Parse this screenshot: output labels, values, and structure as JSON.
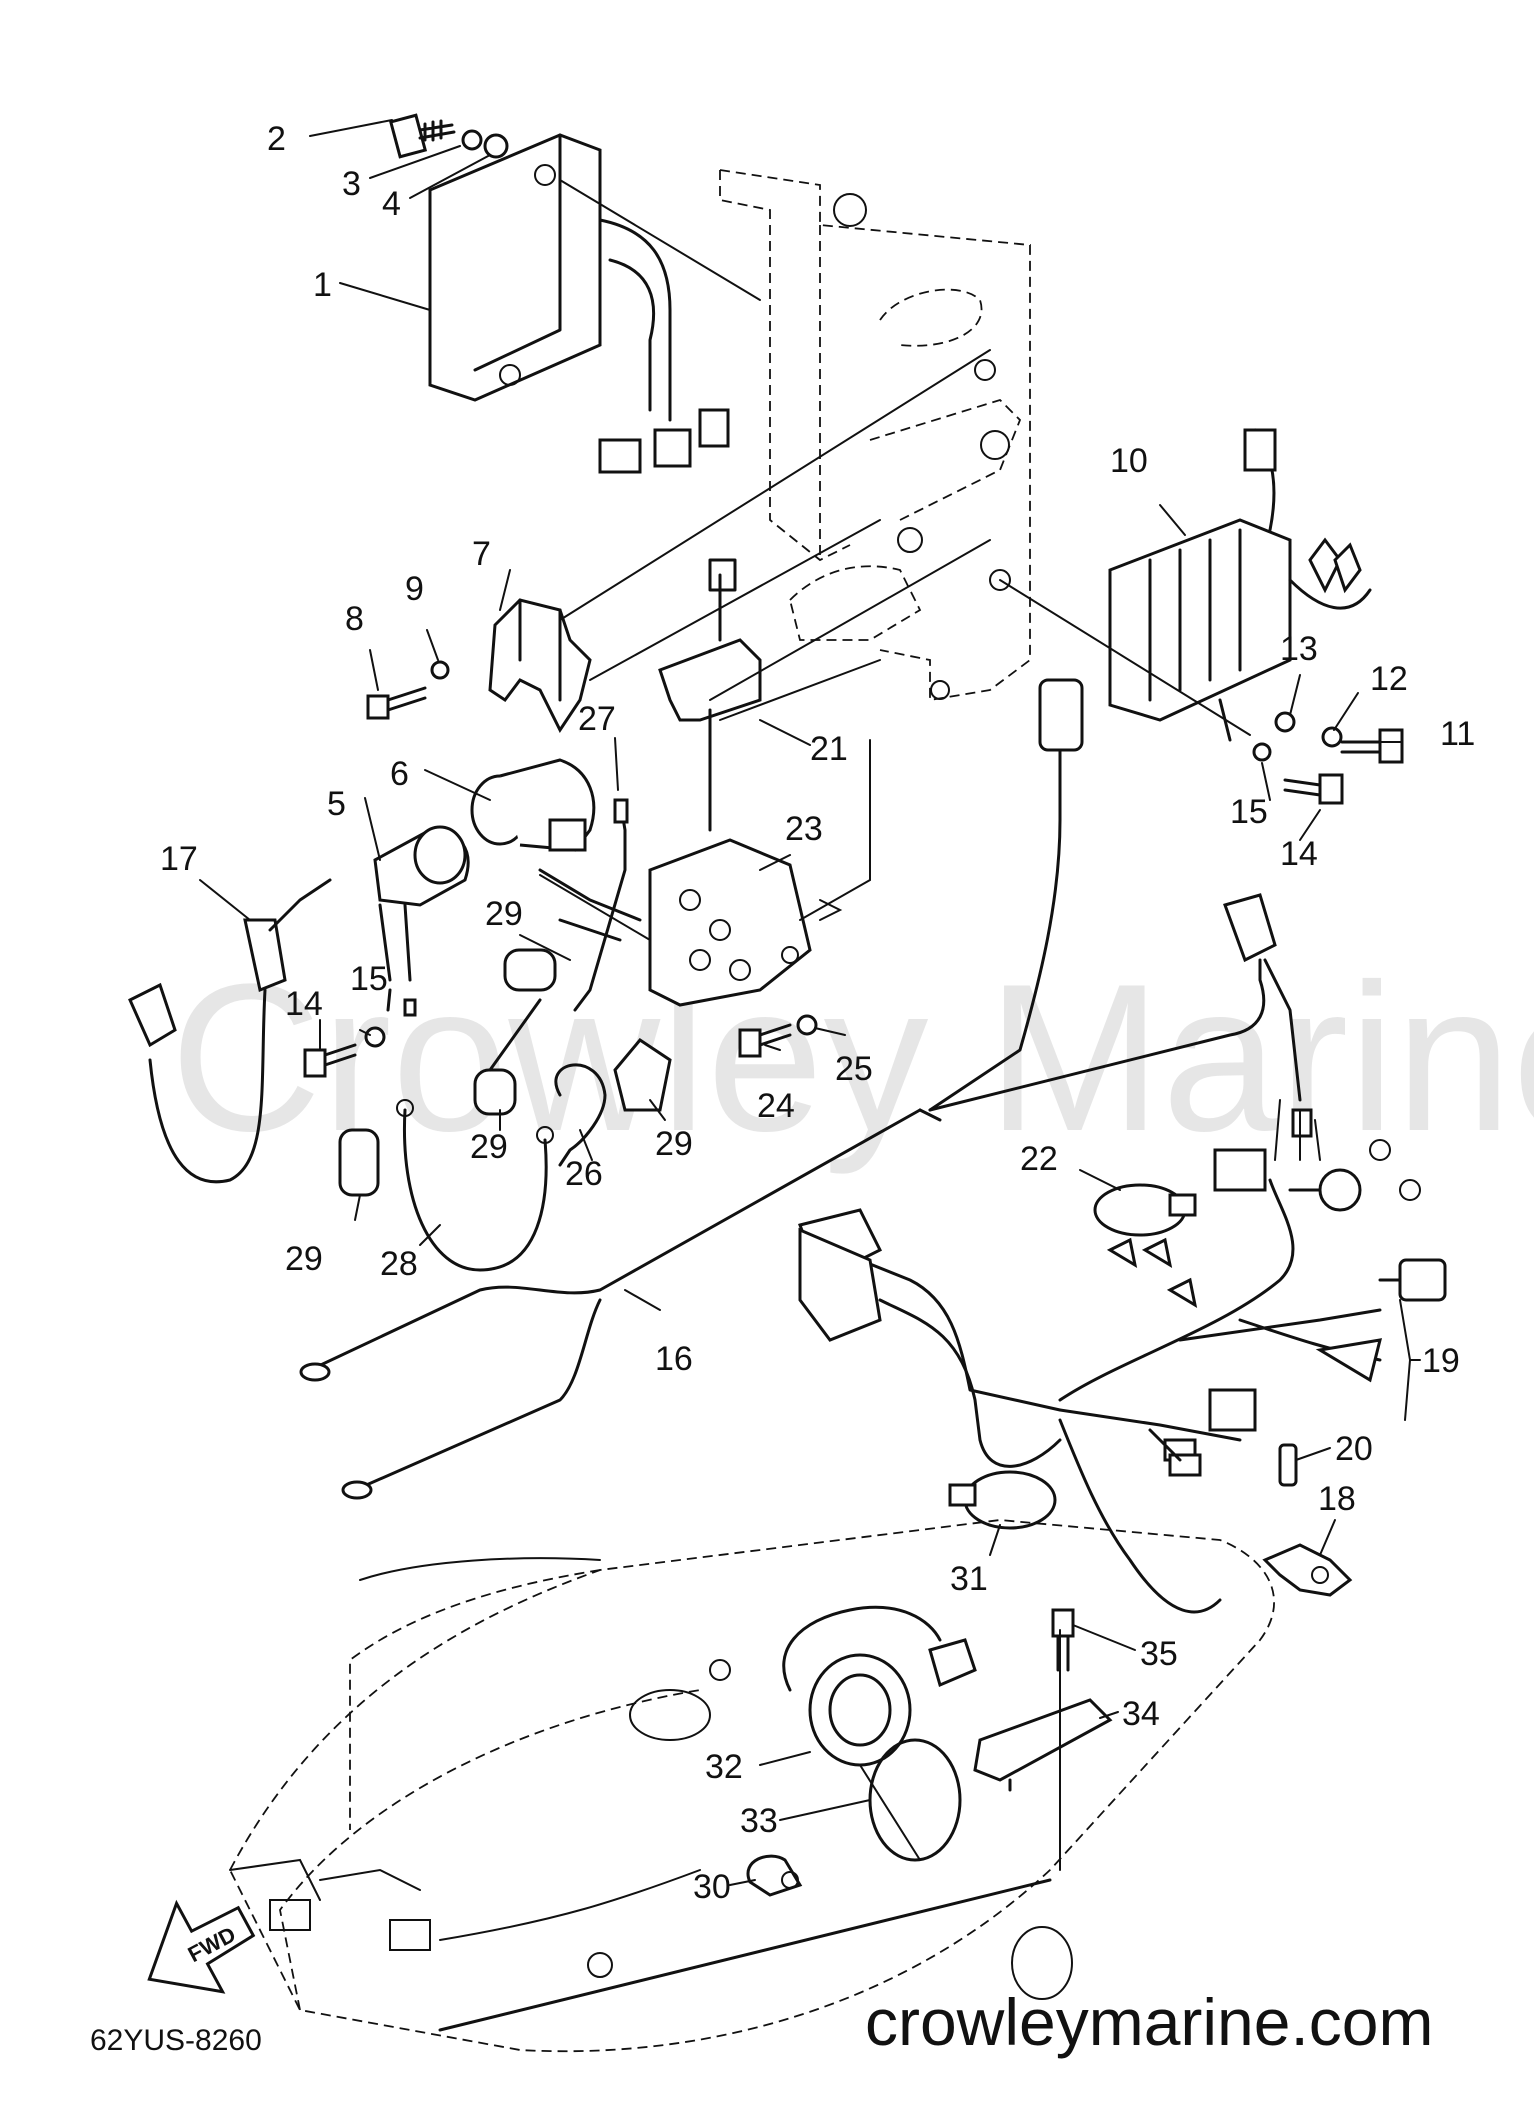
{
  "watermark": "Crowley Marine",
  "site_url": "crowleymarine.com",
  "diagram_code": "62YUS-8260",
  "direction_arrow_label": "FWD",
  "callouts": [
    "1",
    "2",
    "3",
    "4",
    "5",
    "6",
    "7",
    "8",
    "9",
    "10",
    "11",
    "12",
    "13",
    "14",
    "15",
    "16",
    "17",
    "18",
    "19",
    "20",
    "21",
    "22",
    "23",
    "24",
    "25",
    "26",
    "27",
    "28",
    "29",
    "30",
    "31",
    "32",
    "33",
    "34",
    "35"
  ]
}
